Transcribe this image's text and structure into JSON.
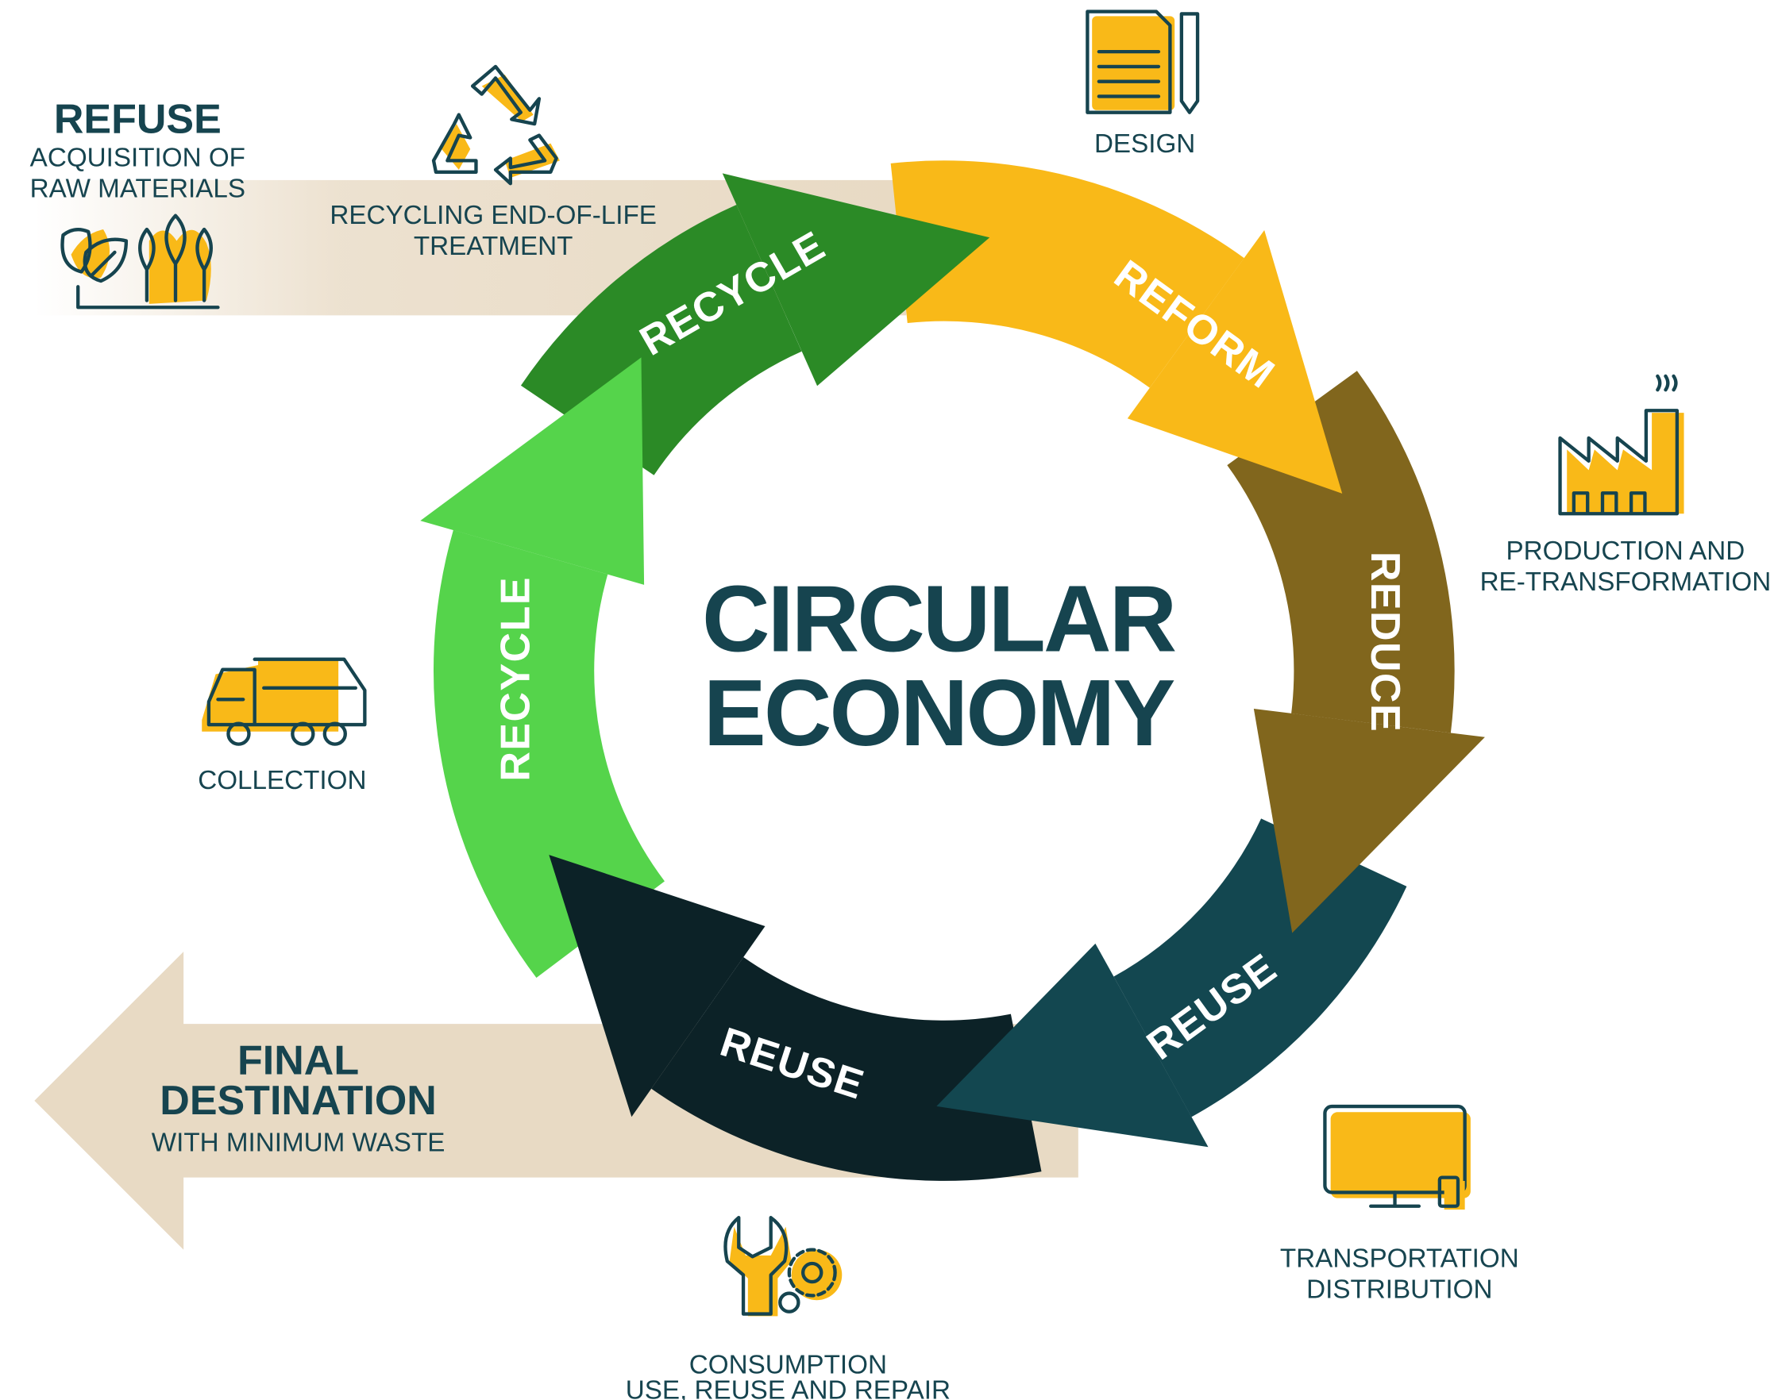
{
  "title": {
    "line1": "CIRCULAR",
    "line2": "ECONOMY"
  },
  "colors": {
    "accent_yellow": "#f9b918",
    "text_dark": "#16444f",
    "beige": "#e8dac4",
    "recycle_dark_green": "#2b8a26",
    "reform_yellow": "#f9b918",
    "reduce_brown": "#81661d",
    "reuse_teal": "#134750",
    "reuse_navy": "#0c2227",
    "recycle_light_green": "#55d44b"
  },
  "arrows": [
    {
      "label": "RECYCLE",
      "color": "#2b8a26"
    },
    {
      "label": "REFORM",
      "color": "#f9b918"
    },
    {
      "label": "REDUCE",
      "color": "#81661d"
    },
    {
      "label": "REUSE",
      "color": "#134750"
    },
    {
      "label": "REUSE",
      "color": "#0c2227"
    },
    {
      "label": "RECYCLE",
      "color": "#55d44b"
    }
  ],
  "refuse": {
    "heading": "REFUSE",
    "line1": "ACQUISITION OF",
    "line2": "RAW MATERIALS",
    "icon": "leaves-trees-icon"
  },
  "recycling": {
    "line1": "RECYCLING END-OF-LIFE",
    "line2": "TREATMENT",
    "icon": "recycle-icon"
  },
  "design": {
    "label": "DESIGN",
    "icon": "document-pencil-icon"
  },
  "production": {
    "line1": "PRODUCTION AND",
    "line2": "RE-TRANSFORMATION",
    "icon": "factory-icon"
  },
  "collection": {
    "label": "COLLECTION",
    "icon": "truck-icon"
  },
  "final": {
    "line1": "FINAL",
    "line2": "DESTINATION",
    "line3": "WITH MINIMUM WASTE"
  },
  "transportation": {
    "line1": "TRANSPORTATION",
    "line2": "DISTRIBUTION",
    "icon": "monitor-icon"
  },
  "consumption": {
    "line1": "CONSUMPTION",
    "line2": "USE, REUSE AND REPAIR",
    "icon": "wrench-gear-icon"
  }
}
